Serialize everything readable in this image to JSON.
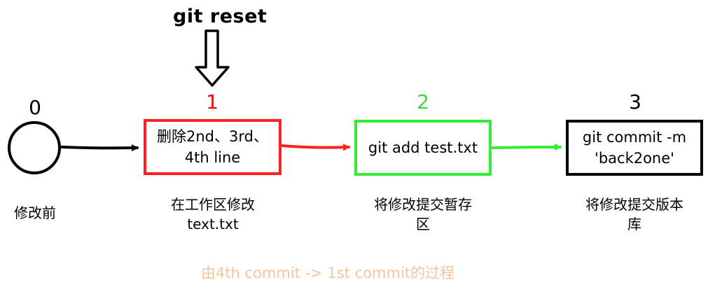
{
  "command": {
    "label": "git reset"
  },
  "states": [
    {
      "number": "0",
      "number_color": "#000000",
      "box_text": "",
      "caption": "修改前"
    },
    {
      "number": "1",
      "number_color": "#ff0000",
      "box_text": "删除2nd、3rd、\n4th line",
      "box_color": "#ff2020",
      "caption": "在工作区修改\ntext.txt"
    },
    {
      "number": "2",
      "number_color": "#33dd33",
      "box_text": "git add test.txt",
      "box_color": "#33ee33",
      "caption": "将修改提交暂存\n区"
    },
    {
      "number": "3",
      "number_color": "#000000",
      "box_text": "git commit -m\n'back2one'",
      "box_color": "#000000",
      "caption": "将修改提交版本\n库"
    }
  ],
  "colors": {
    "arrow_0_1": "#000000",
    "arrow_1_2": "#ff2020",
    "arrow_2_3": "#33ee33",
    "footer": "#f5c59f"
  },
  "footer": {
    "text": "由4th commit -> 1st commit的过程"
  }
}
